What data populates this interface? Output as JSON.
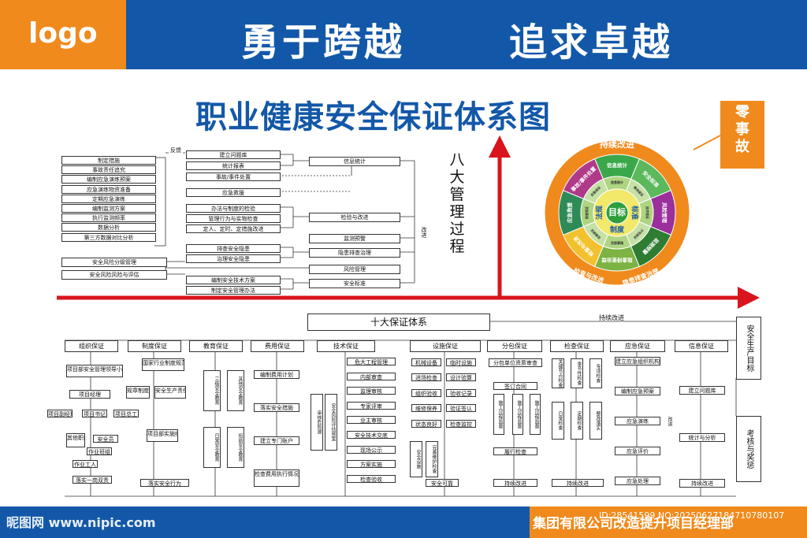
{
  "header": {
    "logo": "logo",
    "slogan_left": "勇于跨越",
    "slogan_right": "追求卓越",
    "colors": {
      "blue": "#1358a8",
      "orange": "#f08a1c",
      "red": "#d9141c"
    }
  },
  "title": "职业健康安全保证体系图",
  "zero_accident": "零事故",
  "eight_process": "八大管理过程",
  "top_left": {
    "feedback": "反馈",
    "left_items": [
      "制定措施",
      "事故责任追究",
      "编制应急演练预案",
      "应急演练物资准备",
      "定期应急演练",
      "编制监测方案",
      "执行监测频率",
      "数据分析",
      "第三方数据对比分析"
    ],
    "risk_items": [
      "安全风险分级管理",
      "安全风险风险与评估"
    ],
    "mid_items": [
      "建立问题库",
      "统计报表",
      "事故/事件处置",
      "应急救援",
      "办法与制度的检验",
      "管理行为与实物检查",
      "定人、定时、定措施改进",
      "排查安全隐患",
      "治理安全隐患",
      "编制安全技术方案",
      "制定安全管理办法"
    ],
    "right_items": [
      "信息统计",
      "检验与改进",
      "监测预警",
      "隐患排查治理",
      "风险管理",
      "安全标准"
    ],
    "improve": "改进"
  },
  "wheel": {
    "outer_top": "持续改进",
    "outer_bottom_left": "检查与改进",
    "outer_bottom_right": "隐患排查治理",
    "ring": [
      "信息统计",
      "安全标准",
      "风险管理",
      "监测预警",
      "隐患排查治理",
      "检查与改进",
      "应急救援",
      "事故/事件处置"
    ],
    "inner": [
      "法规",
      "标准",
      "制度",
      "目标"
    ],
    "small": [
      "信息统计",
      "费用保证",
      "技术保证",
      "分包保证",
      "制度保证",
      "设施保证",
      "检查保证",
      "应急保证",
      "组织保证",
      "教育保证"
    ]
  },
  "bottom": {
    "ten": "十大保证体系",
    "continuous": "持续改进",
    "categories": [
      "组织保证",
      "制度保证",
      "教育保证",
      "费用保证",
      "技术保证",
      "设施保证",
      "分包保证",
      "检查保证",
      "应急保证",
      "信息保证"
    ],
    "safety_goal": "安全生产目标",
    "assess": "考核与奖惩",
    "org_items": [
      "项目部安全管理领导小组",
      "项目经理",
      "项目副经理",
      "项目书记",
      "项目总工",
      "其他职能部门",
      "安全员",
      "作业班组",
      "作业工人",
      "落实一岗双责"
    ],
    "sys_items": [
      "国家行业制度规范",
      "规章制度",
      "安全生产责任制",
      "项目部实施细则",
      "落实安全行为"
    ],
    "edu_items": [
      "三级安全教育",
      "其他安全教育",
      "日常安全教育",
      "班前安全教育"
    ],
    "fee_items": [
      "编制费用计划",
      "落实安全措施",
      "建立专门账户",
      "检查费用执行情况"
    ],
    "tech_items": [
      "危大工程管理",
      "内部审查",
      "监理审核",
      "专家评审",
      "业主审核",
      "安全技术交底",
      "现场公示",
      "方案实施",
      "检查验收",
      "审核危险源",
      "安全风险评估预案"
    ],
    "fac_items": [
      "机械设备",
      "临时设施",
      "进场检查",
      "设计验算",
      "组织验收",
      "验收记录",
      "维修保养",
      "验证签认",
      "状态良好",
      "检查监控",
      "安全设施",
      "完善维护检查",
      "安全可靠"
    ],
    "sub_items": [
      "分包单位资质审查",
      "签订合同",
      "施工过程监督",
      "履行检查",
      "持续改进"
    ],
    "check_items": [
      "关键节点检查",
      "季节性检查",
      "专项检查",
      "日常检查",
      "定期检查",
      "整改落实",
      "持续改进",
      "问题处理"
    ],
    "emg_items": [
      "建立应急组织机构",
      "编制应急预案",
      "应急演练",
      "应急评价",
      "应急处理"
    ],
    "info_items": [
      "建立问题库",
      "统计与分析",
      "持续改进"
    ],
    "improve": "改进"
  },
  "footer": {
    "watermark": "昵图网 www.nipic.com",
    "company": "集团有限公司改造提升项目经理部",
    "id": "ID:28541599 NO:20250627184710780107"
  }
}
